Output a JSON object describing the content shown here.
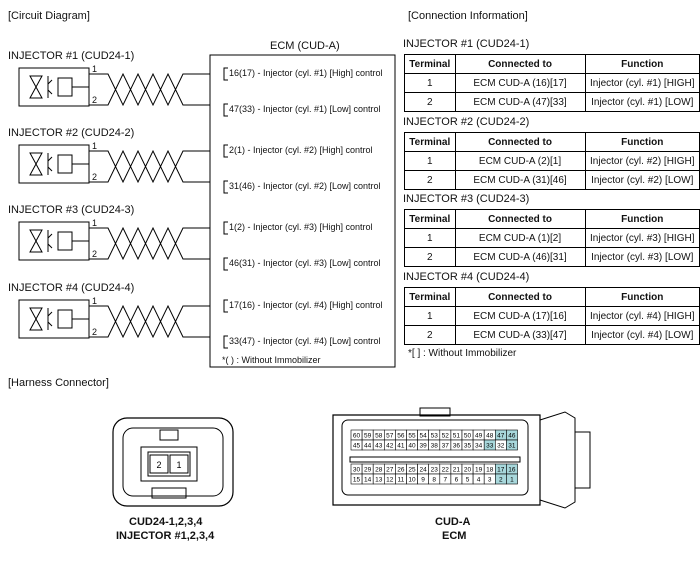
{
  "sections": {
    "circuit_diagram": "[Circuit Diagram]",
    "connection_info": "[Connection Information]",
    "harness_connector": "[Harness Connector]"
  },
  "ecm_title": "ECM (CUD-A)",
  "injectors": [
    {
      "label": "INJECTOR #1 (CUD24-1)",
      "high": "16(17) - Injector (cyl. #1) [High] control",
      "low": "47(33) - Injector (cyl. #1) [Low] control"
    },
    {
      "label": "INJECTOR #2 (CUD24-2)",
      "high": "2(1) - Injector (cyl. #2) [High] control",
      "low": "31(46) - Injector (cyl. #2) [Low] control"
    },
    {
      "label": "INJECTOR #3 (CUD24-3)",
      "high": "1(2) - Injector (cyl. #3) [High] control",
      "low": "46(31) - Injector (cyl. #3) [Low] control"
    },
    {
      "label": "INJECTOR #4 (CUD24-4)",
      "high": "17(16) - Injector (cyl. #4) [High] control",
      "low": "33(47) - Injector (cyl. #4) [Low] control"
    }
  ],
  "pin_numbers": {
    "one": "1",
    "two": "2"
  },
  "ecm_note": "*( ) : Without Immobilizer",
  "table_headers": {
    "terminal": "Terminal",
    "connected": "Connected to",
    "function": "Function"
  },
  "tables": [
    {
      "title": "INJECTOR #1 (CUD24-1)",
      "rows": [
        {
          "terminal": "1",
          "connected": "ECM CUD-A (16)[17]",
          "function": "Injector (cyl. #1) [HIGH]"
        },
        {
          "terminal": "2",
          "connected": "ECM CUD-A (47)[33]",
          "function": "Injector (cyl. #1) [LOW]"
        }
      ]
    },
    {
      "title": "INJECTOR #2 (CUD24-2)",
      "rows": [
        {
          "terminal": "1",
          "connected": "ECM CUD-A (2)[1]",
          "function": "Injector (cyl. #2) [HIGH]"
        },
        {
          "terminal": "2",
          "connected": "ECM CUD-A (31)[46]",
          "function": "Injector (cyl. #2) [LOW]"
        }
      ]
    },
    {
      "title": "INJECTOR #3 (CUD24-3)",
      "rows": [
        {
          "terminal": "1",
          "connected": "ECM CUD-A (1)[2]",
          "function": "Injector (cyl. #3) [HIGH]"
        },
        {
          "terminal": "2",
          "connected": "ECM CUD-A (46)[31]",
          "function": "Injector (cyl. #3) [LOW]"
        }
      ]
    },
    {
      "title": "INJECTOR #4 (CUD24-4)",
      "rows": [
        {
          "terminal": "1",
          "connected": "ECM CUD-A (17)[16]",
          "function": "Injector (cyl. #4) [HIGH]"
        },
        {
          "terminal": "2",
          "connected": "ECM CUD-A (33)[47]",
          "function": "Injector (cyl. #4) [LOW]"
        }
      ]
    }
  ],
  "table_note": "*[ ] : Without Immobilizer",
  "harness": {
    "cud24_pins": [
      "2",
      "1"
    ],
    "cud24_label1": "CUD24-1,2,3,4",
    "cud24_label2": "INJECTOR #1,2,3,4",
    "ecm_label1": "CUD-A",
    "ecm_label2": "ECM",
    "ecm_row1": [
      "60",
      "59",
      "58",
      "57",
      "56",
      "55",
      "54",
      "53",
      "52",
      "51",
      "50",
      "49",
      "48",
      "47",
      "46"
    ],
    "ecm_row2": [
      "45",
      "44",
      "43",
      "42",
      "41",
      "40",
      "39",
      "38",
      "37",
      "36",
      "35",
      "34",
      "33",
      "32",
      "31"
    ],
    "ecm_row3": [
      "30",
      "29",
      "28",
      "27",
      "26",
      "25",
      "24",
      "23",
      "22",
      "21",
      "20",
      "19",
      "18",
      "17",
      "16"
    ],
    "ecm_row4": [
      "15",
      "14",
      "13",
      "12",
      "11",
      "10",
      "9",
      "8",
      "7",
      "6",
      "5",
      "4",
      "3",
      "2",
      "1"
    ],
    "highlighted": [
      "47",
      "46",
      "33",
      "31",
      "17",
      "16",
      "2",
      "1"
    ],
    "highlight_color": "#a8d8dc"
  }
}
